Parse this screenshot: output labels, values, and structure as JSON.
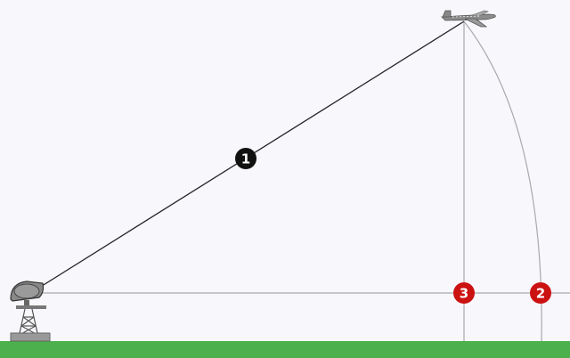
{
  "colors": {
    "background": "#f7f7fc",
    "ground": "#4cb04c",
    "slant_line": "#222222",
    "guide_line": "#aaaaaa",
    "marker_primary": "#111111",
    "marker_secondary": "#cc1111",
    "marker_text": "#ffffff"
  },
  "icons": {
    "radar": "radar-antenna-icon",
    "aircraft": "airplane-icon"
  },
  "markers": [
    {
      "id": "slant-range-marker",
      "label": "1"
    },
    {
      "id": "arc-marker",
      "label": "2"
    },
    {
      "id": "ground-projection-marker",
      "label": "3"
    }
  ]
}
